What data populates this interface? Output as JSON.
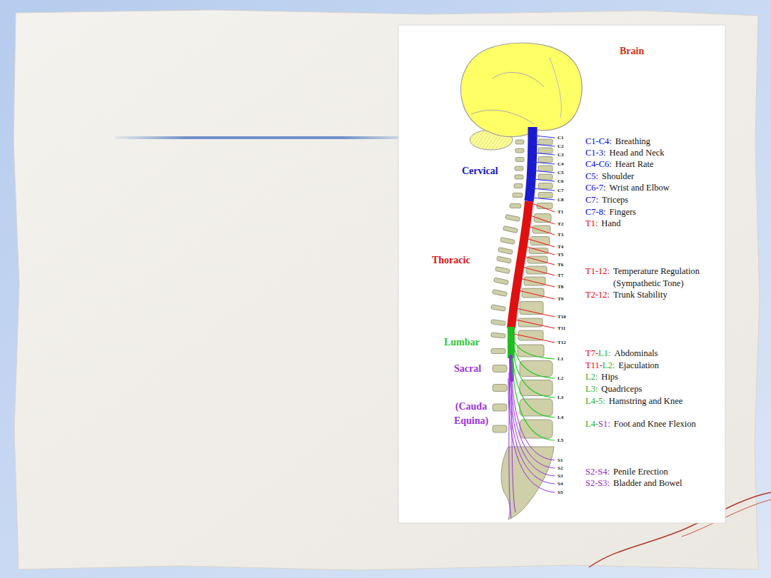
{
  "diagram": {
    "labels": [
      "Brain",
      "Cervical",
      "Thoracic",
      "Lumbar",
      "Sacral",
      "(Cauda Equina)",
      "C1",
      "C2",
      "C3",
      "C4",
      "C5",
      "C6",
      "C7",
      "C8",
      "T1",
      "T2",
      "T3",
      "T4",
      "T5",
      "T6",
      "T7",
      "T8",
      "T9",
      "T10",
      "T11",
      "T12",
      "L1",
      "L2",
      "L3",
      "L4",
      "L5",
      "S1",
      "S2",
      "S3",
      "S4",
      "S5",
      "C1-C4:",
      "Breathing",
      "C1-3:",
      "Head and Neck",
      "C4-C6:",
      "Heart Rate",
      "C5:",
      "Shoulder",
      "C6-7:",
      "Wrist and Elbow",
      "C7:",
      "Triceps",
      "C7-8:",
      "Fingers",
      "T1:",
      "Hand",
      "T1-12:",
      "Temperature Regulation (Sympathetic Tone)",
      "T2-12:",
      "Trunk Stability",
      "T7-",
      "L1:",
      "Abdominals",
      "T11-",
      "L2:",
      "Ejaculation",
      "L2:",
      "Hips",
      "L3:",
      "Quadriceps",
      "L4-5:",
      "Hamstring and Knee",
      "L4-",
      "S1:",
      "Foot and Knee Flexion",
      "S2-S4:",
      "Penile Erection",
      "S2-S3:",
      "Bladder and Bowel"
    ]
  }
}
